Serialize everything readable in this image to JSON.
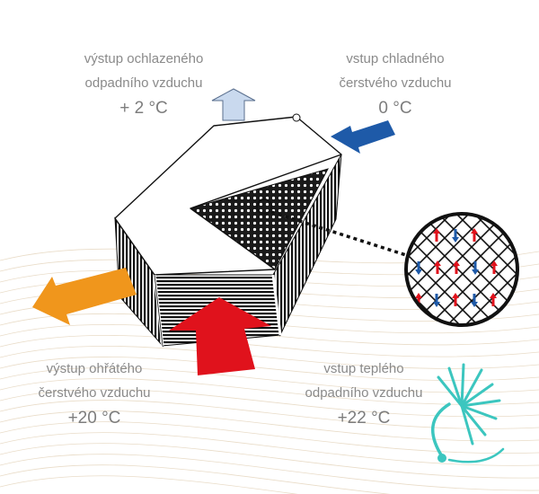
{
  "labels": {
    "exhaust_out": {
      "line1": "výstup ochlazeného",
      "line2": "odpadního vzduchu",
      "temp": "+ 2 °C"
    },
    "fresh_in": {
      "line1": "vstup chladného",
      "line2": "čerstvého vzduchu",
      "temp": "0 °C"
    },
    "fresh_out": {
      "line1": "výstup ohřátého",
      "line2": "čerstvého vzduchu",
      "temp": "+20 °C"
    },
    "exhaust_in": {
      "line1": "vstup teplého",
      "line2": "odpadního vzduchu",
      "temp": "+22 °C"
    }
  },
  "colors": {
    "arrow_exhaust_out": "#c9d9ee",
    "arrow_fresh_in": "#1e5aa8",
    "arrow_fresh_out": "#f0961c",
    "arrow_exhaust_in": "#e0121c",
    "logo": "#3cc6bf",
    "hatch_lines": "#e9dcc8"
  },
  "icons": {
    "logo": "dandelion-logo-icon",
    "detail": "heat-exchanger-detail-icon"
  }
}
